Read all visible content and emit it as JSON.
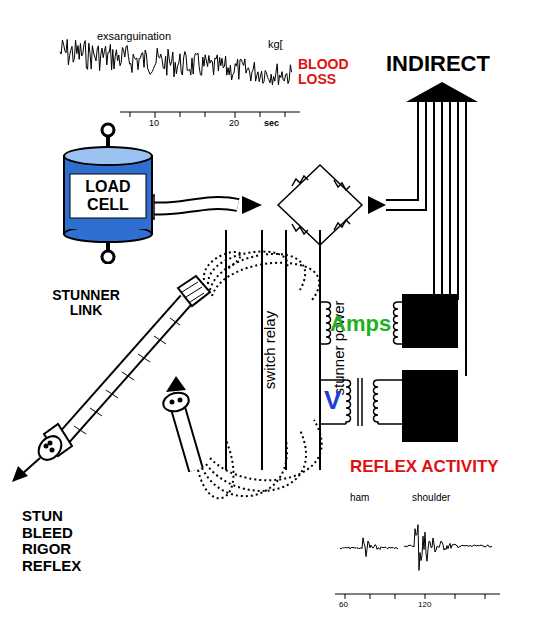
{
  "diagram": {
    "nodes": [
      {
        "text": [
          "LOAD CELL"
        ]
      },
      {
        "text": [
          "switch relay"
        ]
      },
      {
        "text": [
          "stunner power"
        ]
      }
    ],
    "labels": [
      "exsanguination",
      "kg[",
      "10",
      "20",
      "sec",
      "BLOOD LOSS",
      "INDIRECT",
      "STUNNER LINK",
      "Amps",
      "V",
      "REFLEX ACTIVITY",
      "ham",
      "shoulder",
      "60",
      "120",
      "STUN BLEED RIGOR REFLEX"
    ]
  }
}
